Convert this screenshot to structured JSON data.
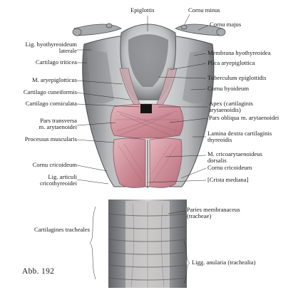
{
  "figure": {
    "caption": "Abb. 192",
    "labels": {
      "epiglottis": "Epiglottis",
      "cornu_minus": "Cornu minus",
      "cornu_majus": "Cornu majus",
      "lig_hyothyreoideum_1": "Lig. hyothyreoideum",
      "lig_hyothyreoideum_2": "laterale",
      "cartilago_triticea": "Cartilago triticea",
      "m_aryepiglotticus": "M. aryepiglotticus",
      "cartilago_cuneiformis": "Cartilago cuneiformis",
      "cartilago_corniculata": "Cartilago corniculata",
      "pars_transversa_1": "Pars transversa",
      "pars_transversa_2": "m. arytaenoidei",
      "processus_muscularis": "Processus muscularis",
      "cornu_cricoideum_left": "Cornu cricoideum",
      "lig_articuli_1": "Lig. articuli",
      "lig_articuli_2": "cricothyreoidei",
      "cartilagines_tracheales": "Cartilagines tracheales",
      "membrana_hyothyreoidea": "Membrana hyothyreoidea",
      "plica_aryepiglottica": "Plica aryepiglottica",
      "tuberculum_epiglottidis": "Tuberculum epiglottidis",
      "cornu_hyoideum": "Cornu hyoideum",
      "apex_1": "Apex (cartilaginis",
      "apex_2": "arytaenoidis)",
      "pars_obliqua": "Pars obliqua m. arytaenoidei",
      "lamina_dextra_1": "Lamina dextra cartilaginis",
      "lamina_dextra_2": "thyreoidis",
      "m_cricoarytaenoideus_1": "M. cricoarytaenoideus",
      "m_cricoarytaenoideus_2": "dorsalis",
      "cornu_cricoideum_right": "Cornu cricoideum",
      "crista_mediana": "[Crista mediana]",
      "paries_1": "Paries membranaceus",
      "paries_2": "(tracheae)",
      "liggi_anularia": "Ligg. anularia (trachealia)"
    }
  }
}
